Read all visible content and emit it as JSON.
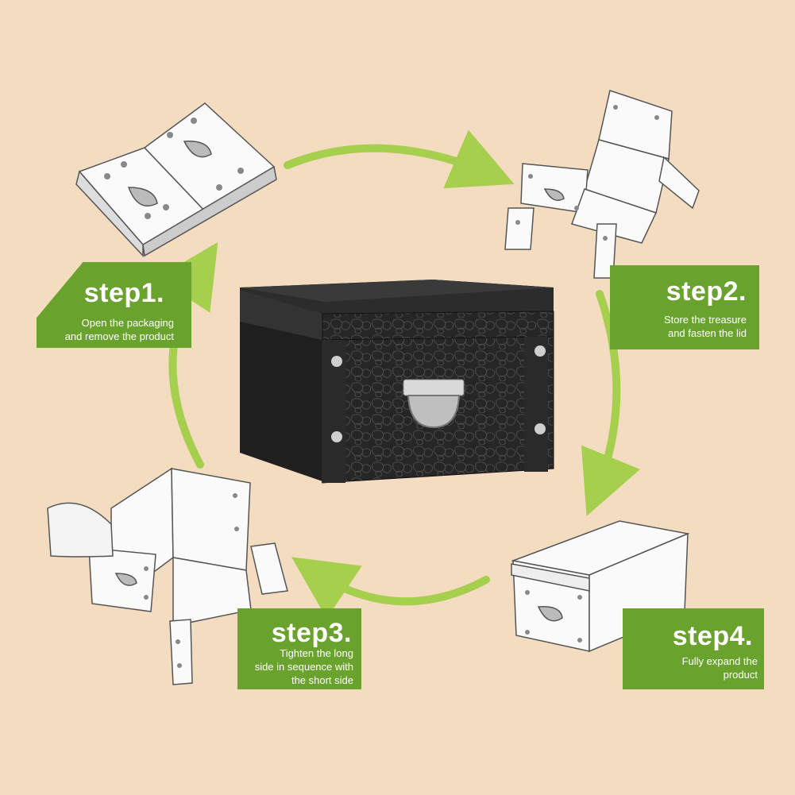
{
  "colors": {
    "background": "#f3dcc0",
    "arrow": "#a6cf4d",
    "card": "#6aa22e",
    "box_dark": "#1e1e1e"
  },
  "steps": [
    {
      "title": "step1.",
      "desc_lines": [
        "Open the packaging",
        "and remove the product"
      ]
    },
    {
      "title": "step2.",
      "desc_lines": [
        "Store the treasure",
        "and fasten the lid"
      ]
    },
    {
      "title": "step3.",
      "desc_lines": [
        "Tighten the long",
        "side in sequence with",
        "the short side"
      ]
    },
    {
      "title": "step4.",
      "desc_lines": [
        "Fully expand the",
        "product"
      ]
    }
  ]
}
